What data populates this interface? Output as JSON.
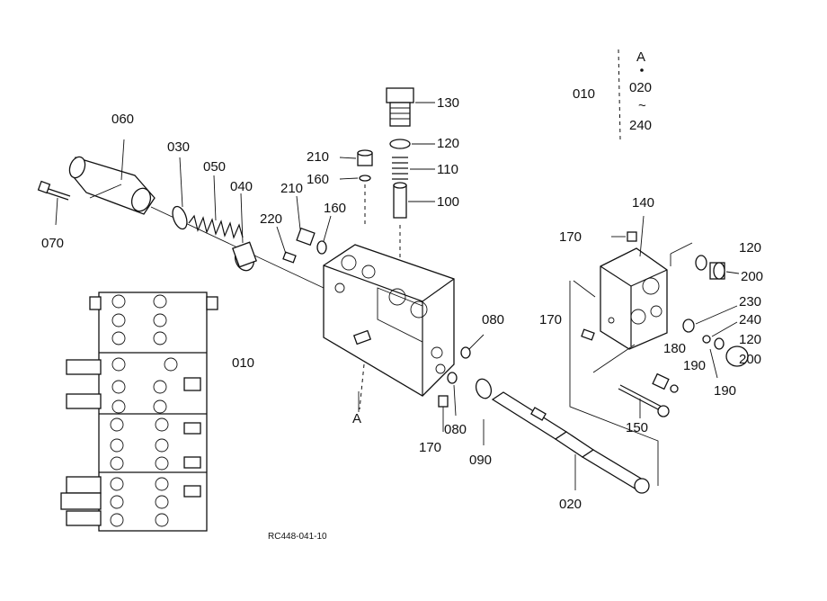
{
  "diagram": {
    "reference_code": "RC448-041-10",
    "detail_marker": "A",
    "legend": {
      "assembly": "010",
      "marker": "A",
      "range_start": "020",
      "range_sep": "~",
      "range_end": "240"
    },
    "labels": {
      "p060": "060",
      "p070": "070",
      "p030": "030",
      "p050": "050",
      "p040": "040",
      "p220": "220",
      "p210a": "210",
      "p160a": "160",
      "p210b": "210",
      "p160b": "160",
      "p130": "130",
      "p120a": "120",
      "p110": "110",
      "p100": "100",
      "p140": "140",
      "p170a": "170",
      "p170b": "170",
      "p120b": "120",
      "p200a": "200",
      "p230": "230",
      "p240": "240",
      "p120c": "120",
      "p200b": "200",
      "p180": "180",
      "p190a": "190",
      "p190b": "190",
      "p150": "150",
      "p080a": "080",
      "p080b": "080",
      "p170c": "170",
      "p090": "090",
      "p020": "020",
      "p010": "010"
    }
  }
}
